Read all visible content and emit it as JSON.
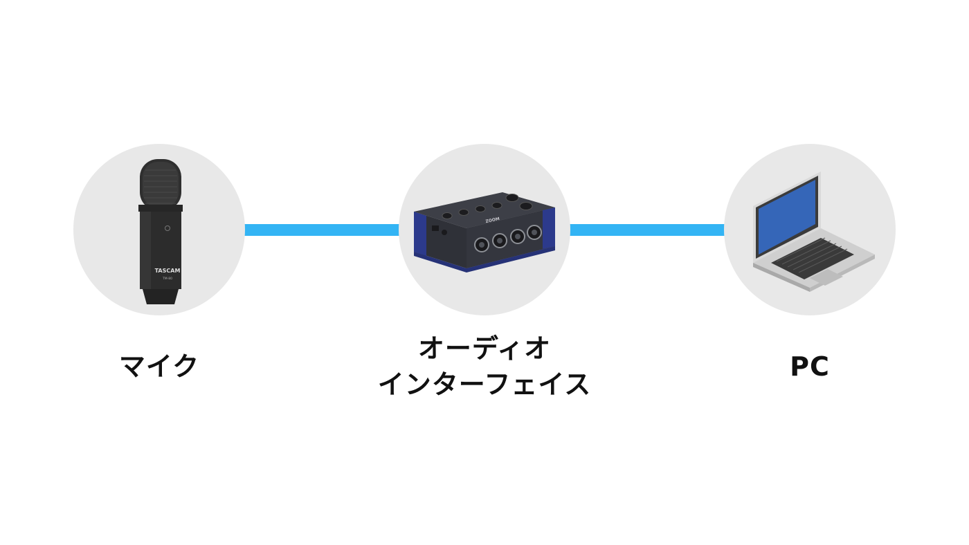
{
  "diagram": {
    "nodes": [
      {
        "id": "mic",
        "label_lines": [
          "マイク"
        ],
        "device_brand_text": "TASCAM",
        "device_model_text": "TM-80",
        "icon": "condenser-microphone"
      },
      {
        "id": "interface",
        "label_lines": [
          "オーディオ",
          "インターフェイス"
        ],
        "device_brand_text": "ZOOM",
        "icon": "audio-interface"
      },
      {
        "id": "pc",
        "label_lines": [
          "PC"
        ],
        "icon": "laptop"
      }
    ],
    "edges": [
      {
        "from": "mic",
        "to": "interface"
      },
      {
        "from": "interface",
        "to": "pc"
      }
    ],
    "colors": {
      "connector": "#33b4f4",
      "node_background": "#e8e8e8",
      "label_text": "#111111",
      "laptop_screen": "#3566b8",
      "interface_accent": "#2c3a8c"
    }
  }
}
